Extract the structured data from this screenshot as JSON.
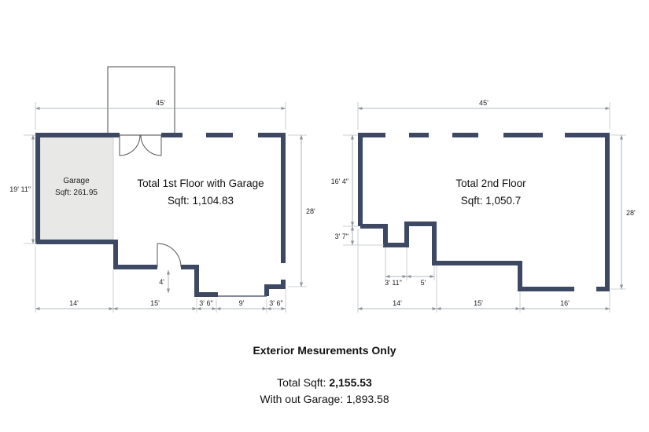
{
  "colors": {
    "wall": "#3d4963",
    "garage_fill": "#e8e8e6",
    "dim_line": "#9aa0a6",
    "text": "#1f1f1f"
  },
  "plan1": {
    "garage": {
      "name": "Garage",
      "sqft": "Sqft: 261.95"
    },
    "title": "Total 1st Floor with Garage",
    "sqft": "Sqft: 1,104.83",
    "dim_top": "45'",
    "dim_left": "19' 11\"",
    "dim_right": "28'",
    "dim_bottom": [
      "14'",
      "15'",
      "3' 6\"",
      "9'",
      "3' 6\""
    ],
    "dim_step": "4'"
  },
  "plan2": {
    "title": "Total 2nd Floor",
    "sqft": "Sqft: 1,050.7",
    "dim_top": "45'",
    "dim_left_upper": "16' 4\"",
    "dim_left_lower": "3' 7\"",
    "dim_right": "28'",
    "dim_bottom": [
      "14'",
      "15'",
      "16'"
    ],
    "dim_mid": [
      "3' 11\"",
      "5'"
    ]
  },
  "footer": {
    "heading": "Exterior Mesurements Only",
    "total_label": "Total Sqft: ",
    "total_value": "2,155.53",
    "without_garage": "With out Garage: 1,893.58"
  }
}
